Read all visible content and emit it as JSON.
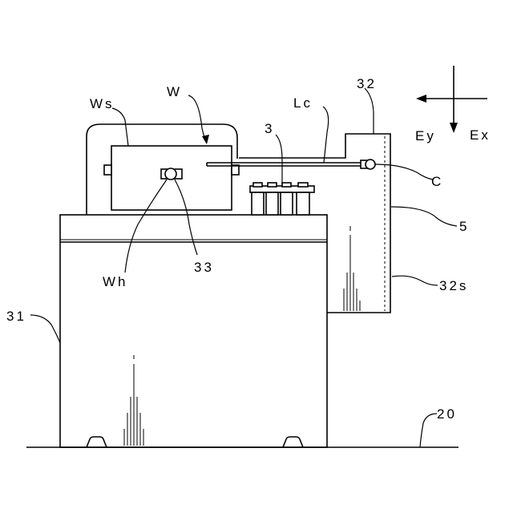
{
  "labels": {
    "ws": "Ws",
    "w": "W",
    "three": "3",
    "lc": "Lc",
    "thirty_two": "32",
    "ey": "Ey",
    "ex": "Ex",
    "c": "C",
    "five": "5",
    "wh": "Wh",
    "thirty_three": "33",
    "thirty_two_s": "32s",
    "thirty_one": "31",
    "twenty": "20"
  }
}
